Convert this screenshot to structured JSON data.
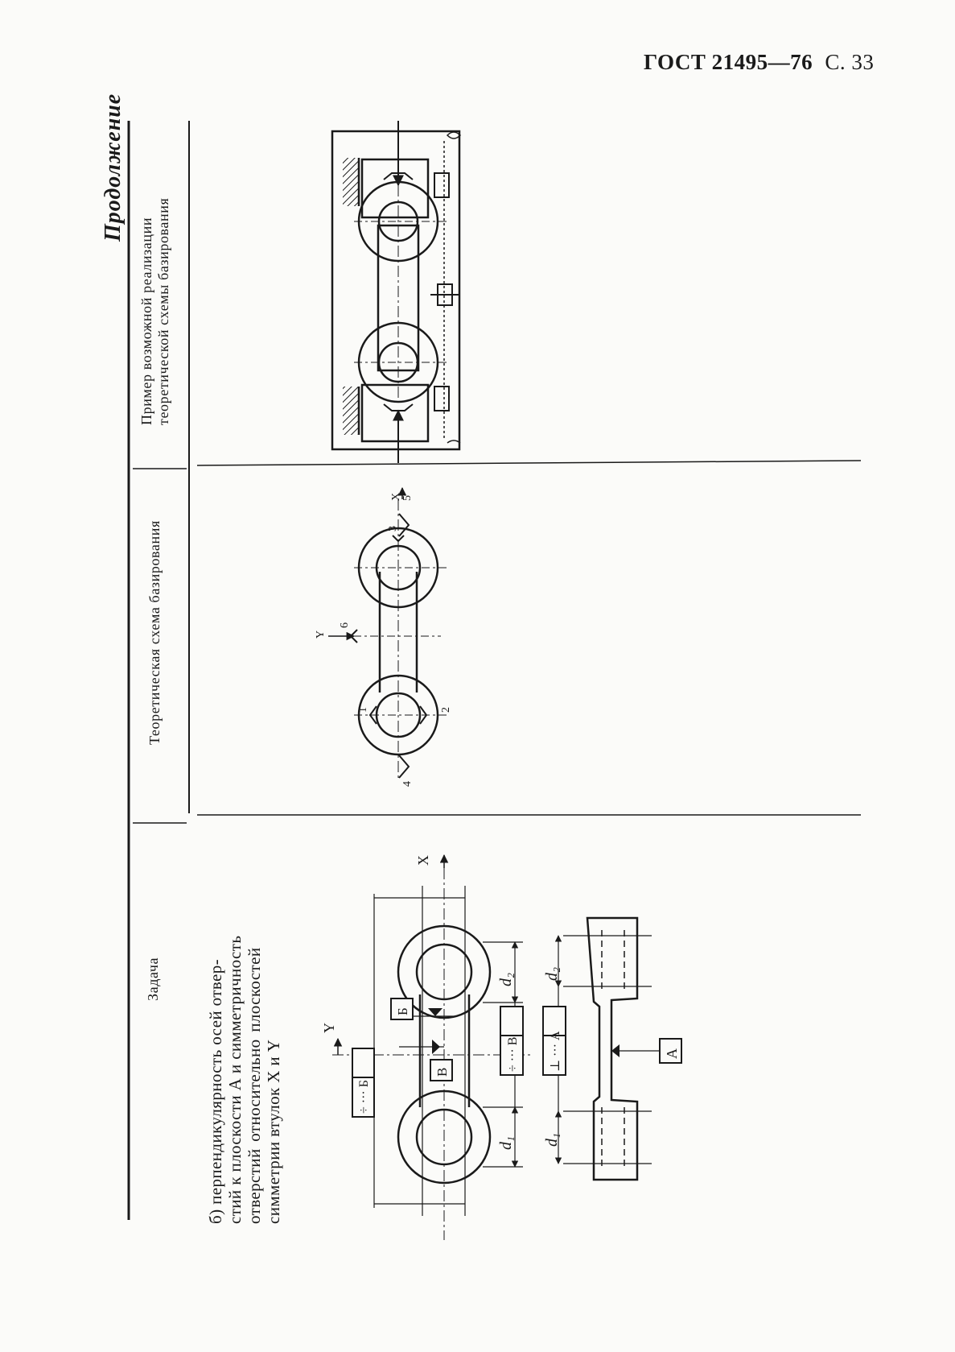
{
  "header": {
    "standard": "ГОСТ 21495—76",
    "page": "С. 33"
  },
  "continued_label": "Продолжение",
  "columns": {
    "task": "Задача",
    "scheme": "Теоретическая схема базирования",
    "example_line1": "Пример возможной реализации",
    "example_line2": "теоретической схемы базирования"
  },
  "task": {
    "lines": [
      "б) перпендикулярность осей отвер-",
      "стий к плоскости А и симметричность",
      "отверстий относительно плоскостей",
      "симметрии втулок X и Y"
    ]
  },
  "drawing_labels": {
    "axis_x": "X",
    "axis_y": "Y",
    "dim_d1": "d₁",
    "dim_d2": "d₂",
    "datum_b": "Б",
    "datum_v": "В",
    "datum_a": "А",
    "tol_sym_b": "÷ ··· Б",
    "tol_sym_v": "÷ ··· В",
    "tol_perp_a": "⊥ ··· А",
    "point_1": "1",
    "point_2": "2",
    "point_3": "3",
    "point_4": "4",
    "point_5": "5",
    "point_6": "6"
  }
}
